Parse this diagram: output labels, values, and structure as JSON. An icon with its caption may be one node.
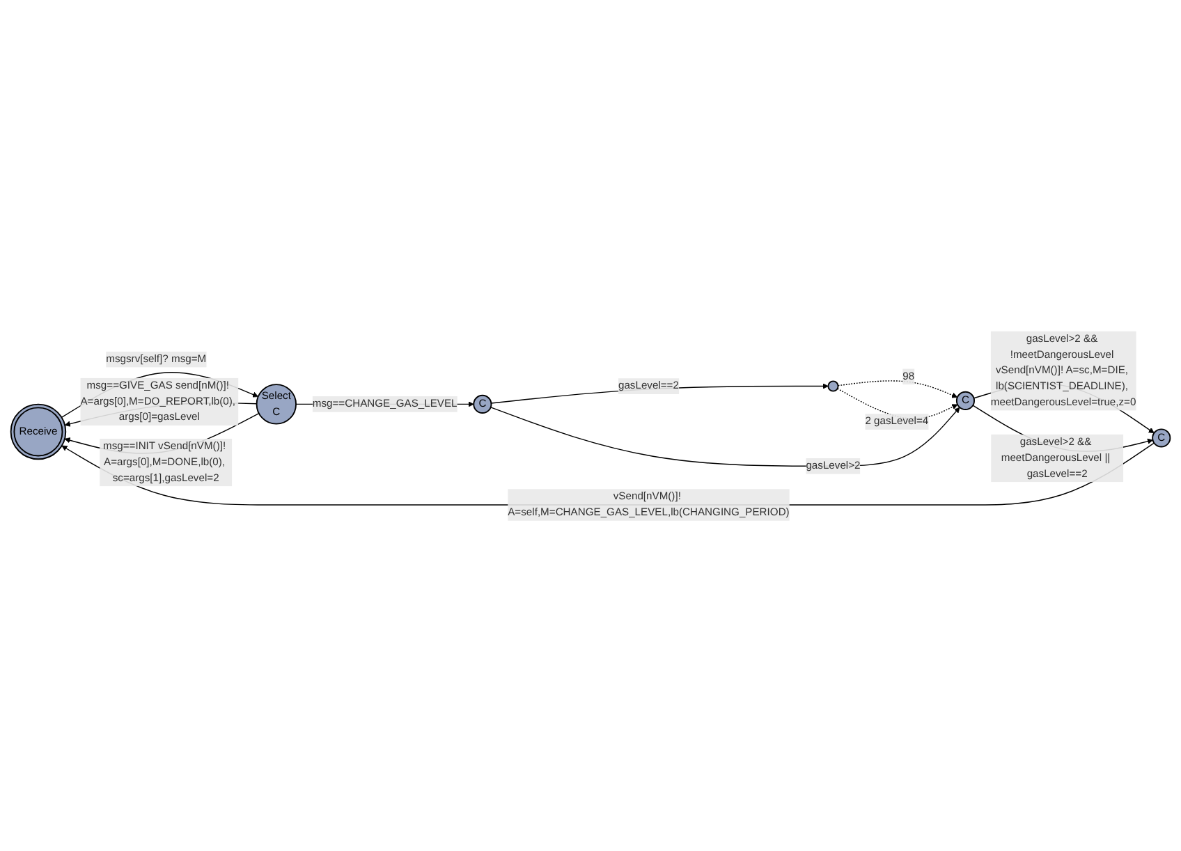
{
  "diagram": {
    "nodes": [
      {
        "text": [
          "Receive"
        ]
      },
      {
        "text": [
          "Select",
          "C"
        ]
      },
      {
        "text": [
          "C"
        ]
      },
      {
        "text": [],
        "shape": "circle"
      },
      {
        "text": [
          "C"
        ]
      },
      {
        "text": [
          "C"
        ]
      }
    ],
    "edges": [
      {
        "from": 0,
        "to": 1,
        "arrow": "to",
        "label": "msgsrv[self]? msg=M"
      },
      {
        "from": 1,
        "to": 0,
        "arrow": "to",
        "label": "msg==GIVE_GAS send[nM()]! A=args[0],M=DO_REPORT,lb(0), args[0]=gasLevel"
      },
      {
        "from": 1,
        "to": 0,
        "arrow": "to",
        "label": "msg==INIT vSend[nVM()]! A=args[0],M=DONE,lb(0), sc=args[1],gasLevel=2"
      },
      {
        "from": 1,
        "to": 2,
        "arrow": "to",
        "label": "msg==CHANGE_GAS_LEVEL"
      },
      {
        "from": 2,
        "to": 3,
        "arrow": "to",
        "label": "gasLevel==2"
      },
      {
        "from": 3,
        "to": 4,
        "arrow": "to",
        "label": "98",
        "style": "dashed"
      },
      {
        "from": 3,
        "to": 4,
        "arrow": "to",
        "label": "2 gasLevel=4",
        "style": "dashed"
      },
      {
        "from": 2,
        "to": 4,
        "arrow": "to",
        "label": "gasLevel>2"
      },
      {
        "from": 4,
        "to": 5,
        "arrow": "to",
        "label": "gasLevel>2 && !meetDangerousLevel vSend[nVM()]! A=sc,M=DIE, lb(SCIENTIST_DEADLINE), meetDangerousLevel=true,z=0"
      },
      {
        "from": 4,
        "to": 5,
        "arrow": "to",
        "label": "gasLevel>2 && meetDangerousLevel || gasLevel==2"
      },
      {
        "from": 5,
        "to": 0,
        "arrow": "to",
        "label": "vSend[nVM()]! A=self,M=CHANGE_GAS_LEVEL,lb(CHANGING_PERIOD)"
      }
    ]
  }
}
